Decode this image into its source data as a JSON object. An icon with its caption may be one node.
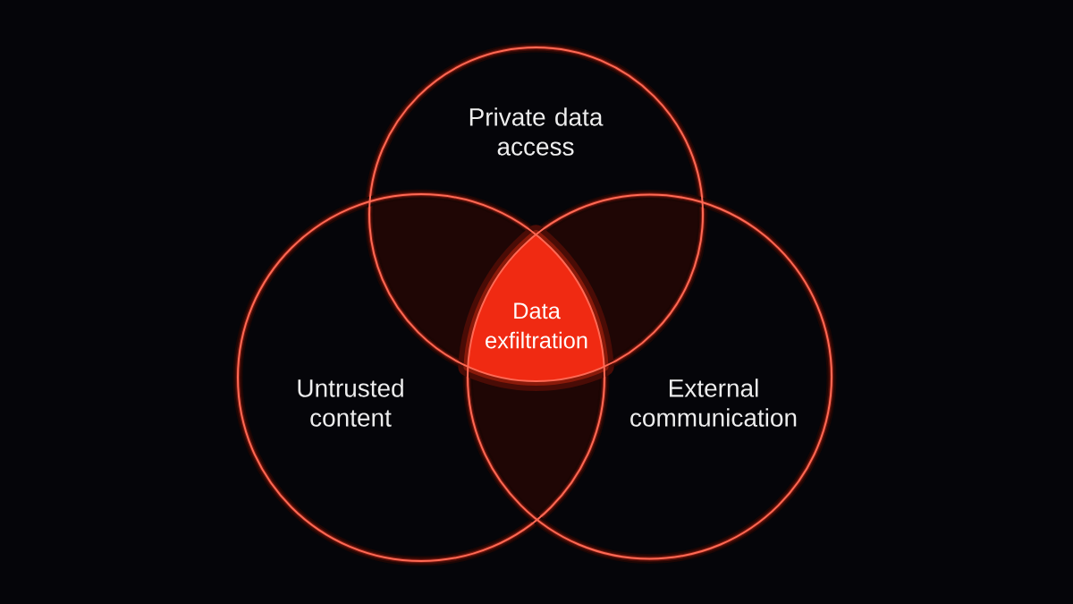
{
  "diagram": {
    "nodes": [
      {
        "text": [
          "Private data access"
        ]
      },
      {
        "text": [
          "Data exfiltration"
        ]
      },
      {
        "text": [
          "Untrusted content"
        ]
      },
      {
        "text": [
          "External communication"
        ]
      }
    ]
  }
}
